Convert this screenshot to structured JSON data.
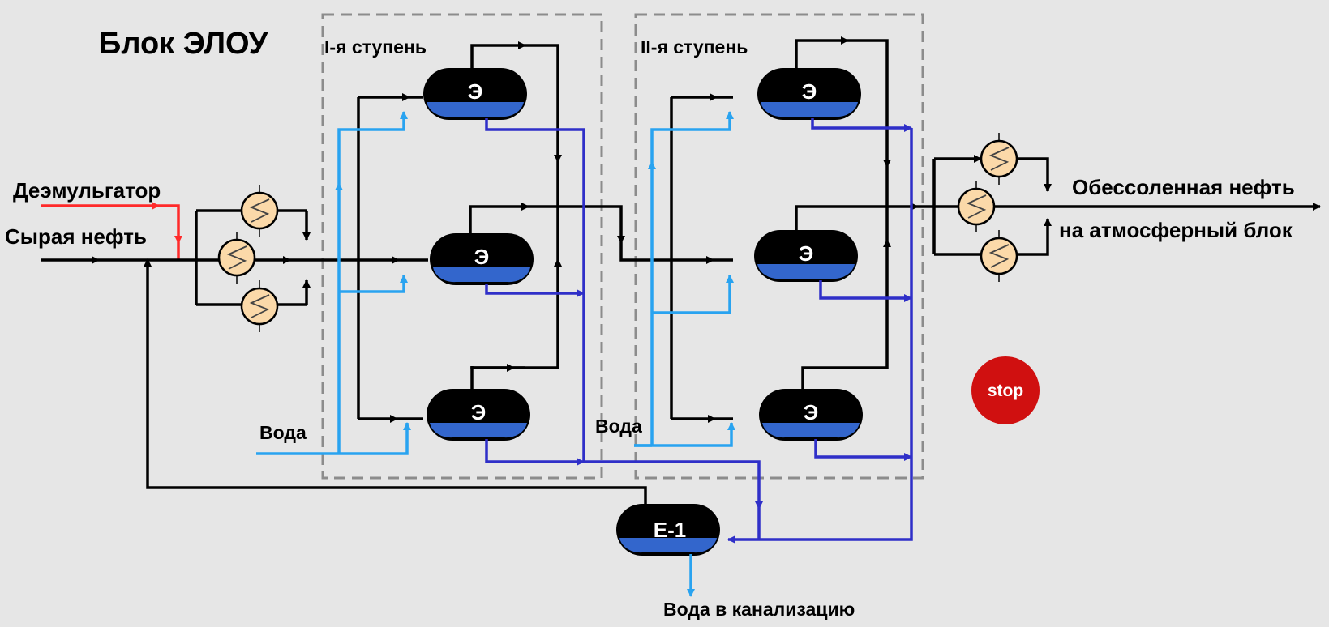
{
  "title": "Блок ЭЛОУ",
  "stages": {
    "stage1": "I-я ступень",
    "stage2": "II-я ступень"
  },
  "inputs": {
    "demulsifier": "Деэмульгатор",
    "crude_oil": "Сырая нефть",
    "water_1": "Вода",
    "water_2": "Вода"
  },
  "outputs": {
    "desalted_oil_line1": "Обессоленная нефть",
    "desalted_oil_line2": "на атмосферный блок",
    "drain_water": "Вода в канализацию"
  },
  "vessels": {
    "electrodehydrator_label": "Э",
    "e1_label": "Е-1"
  },
  "controls": {
    "stop_label": "stop"
  },
  "colors": {
    "oil_line": "#000000",
    "fresh_water": "#29a3f0",
    "drain_water": "#2f2fc8",
    "demulsifier": "#ff2a2a",
    "heat_exchanger": "#fbd9a9",
    "vessel_water": "#3366cc",
    "stop_button": "#d01010"
  }
}
